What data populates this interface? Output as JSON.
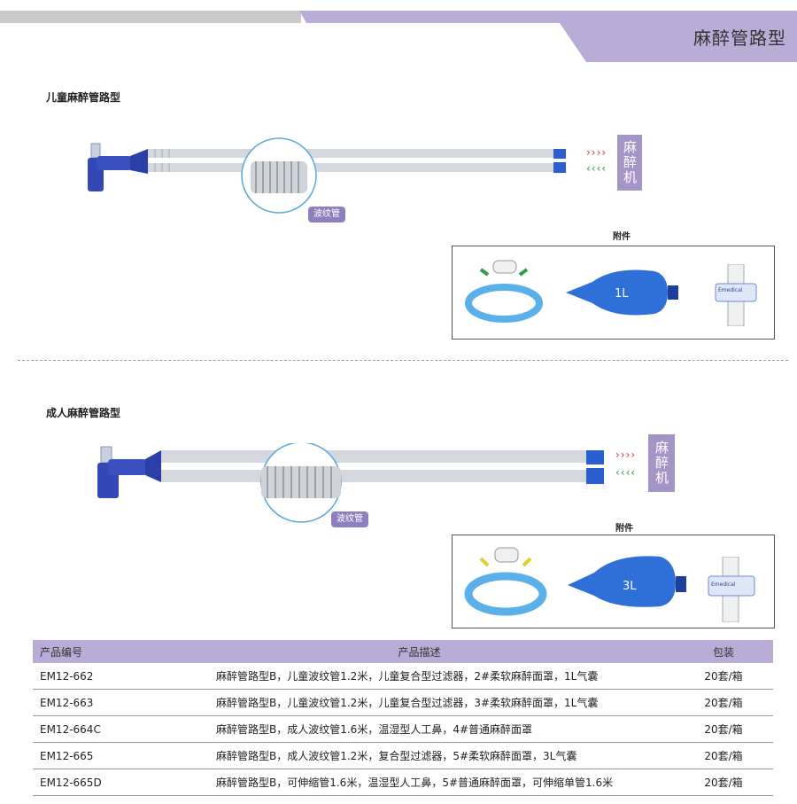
{
  "header": {
    "title": "麻醉管路型"
  },
  "pediatric": {
    "title": "儿童麻醉管路型",
    "machine_label": "麻醉机",
    "corrugated_label": "波纹管",
    "accessories_title": "附件",
    "bag_label": "1L",
    "filter_brand": "Emedical"
  },
  "adult": {
    "title": "成人麻醉管路型",
    "machine_label": "麻醉机",
    "corrugated_label": "波纹管",
    "accessories_title": "附件",
    "bag_label": "3L",
    "filter_brand": "Emedical"
  },
  "colors": {
    "accent": "#b9acd6",
    "tube_blue": "#2b3fa8",
    "arrow_red": "#d63a3a",
    "arrow_green": "#2f9e4a"
  },
  "table": {
    "headers": [
      "产品编号",
      "产品描述",
      "包装"
    ],
    "rows": [
      {
        "code": "EM12-662",
        "desc": "麻醉管路型B，儿童波纹管1.2米，儿童复合型过滤器，2#柔软麻醉面罩，1L气囊",
        "pack": "20套/箱"
      },
      {
        "code": "EM12-663",
        "desc": "麻醉管路型B，儿童波纹管1.2米，儿童复合型过滤器，3#柔软麻醉面罩，1L气囊",
        "pack": "20套/箱"
      },
      {
        "code": "EM12-664C",
        "desc": "麻醉管路型B，成人波纹管1.6米，温湿型人工鼻，4#普通麻醉面罩",
        "pack": "20套/箱"
      },
      {
        "code": "EM12-665",
        "desc": "麻醉管路型B，成人波纹管1.2米，复合型过滤器，5#柔软麻醉面罩，3L气囊",
        "pack": "20套/箱"
      },
      {
        "code": "EM12-665D",
        "desc": "麻醉管路型B，可伸缩管1.6米，温湿型人工鼻，5#普通麻醉面罩，可伸缩单管1.6米",
        "pack": "20套/箱"
      }
    ]
  }
}
